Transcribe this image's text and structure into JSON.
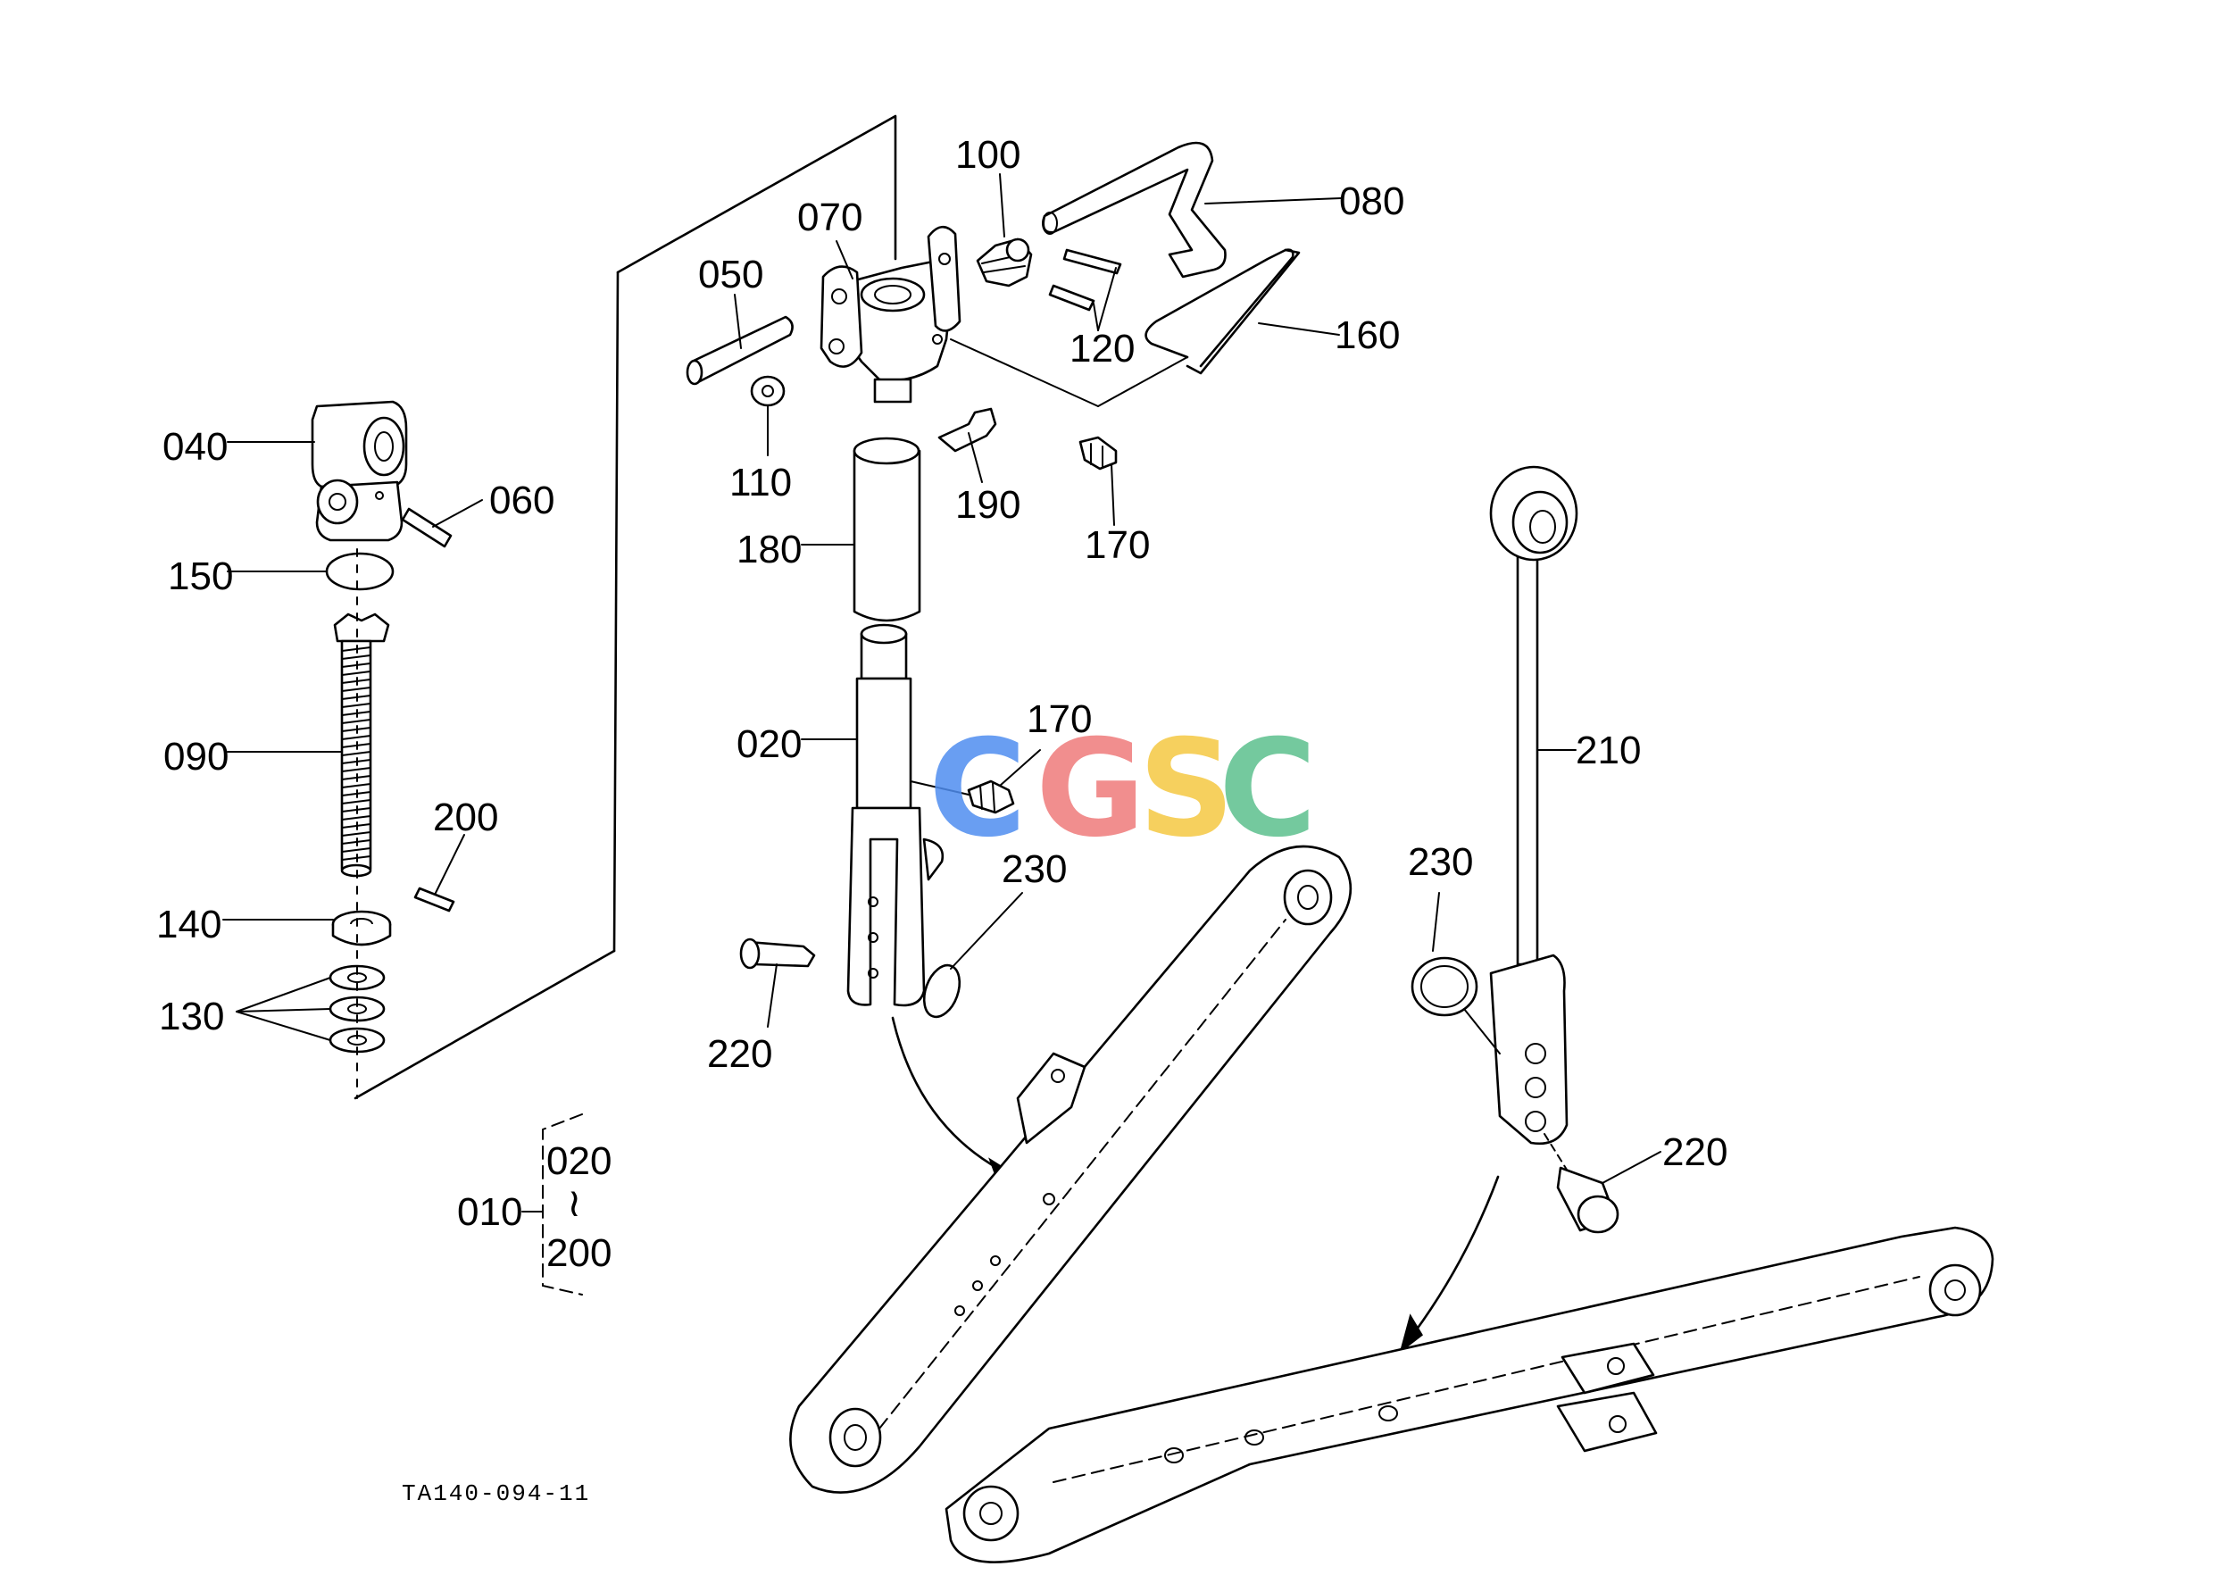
{
  "labels": {
    "p010": "010",
    "p020": "020",
    "p040": "040",
    "p050": "050",
    "p060": "060",
    "p070": "070",
    "p080": "080",
    "p090": "090",
    "p100": "100",
    "p110": "110",
    "p120": "120",
    "p130": "130",
    "p140": "140",
    "p150": "150",
    "p160": "160",
    "p170a": "170",
    "p170b": "170",
    "p180": "180",
    "p190": "190",
    "p200": "200",
    "p210": "210",
    "p220a": "220",
    "p220b": "220",
    "p230a": "230",
    "p230b": "230"
  },
  "assembly_bracket": {
    "parent": "010",
    "from": "020",
    "sep": "≀",
    "to": "200"
  },
  "drawing_code": "TA140-094-11",
  "watermark": {
    "letters": [
      "C",
      "G",
      "S",
      "C"
    ],
    "colors": [
      "#4f8ef0",
      "#ef7b7b",
      "#f5c842",
      "#5cc08e"
    ]
  }
}
